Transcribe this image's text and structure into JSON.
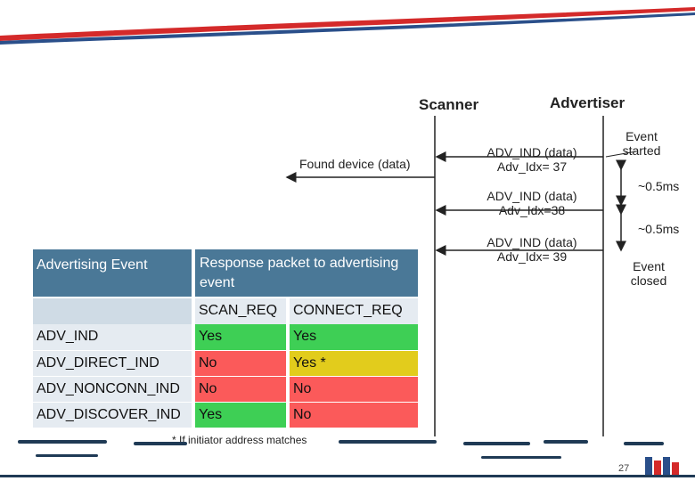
{
  "diagram": {
    "scanner_label": "Scanner",
    "advertiser_label": "Advertiser",
    "found_device": "Found device (data)",
    "messages": [
      {
        "line1": "ADV_IND (data)",
        "line2": "Adv_Idx= 37"
      },
      {
        "line1": "ADV_IND (data)",
        "line2": "Adv_Idx=38"
      },
      {
        "line1": "ADV_IND (data)",
        "line2": "Adv_Idx= 39"
      }
    ],
    "event_started": [
      "Event",
      "started"
    ],
    "interval_1": "~0.5ms",
    "interval_2": "~0.5ms",
    "event_closed": [
      "Event",
      "closed"
    ]
  },
  "table": {
    "header_col1": "Advertising Event",
    "header_col2": "Response packet to advertising event",
    "sub_col2": "SCAN_REQ",
    "sub_col3": "CONNECT_REQ",
    "rows": [
      {
        "name": "ADV_IND",
        "scan": "Yes",
        "connect": "Yes"
      },
      {
        "name": "ADV_DIRECT_IND",
        "scan": "No",
        "connect": "Yes *"
      },
      {
        "name": "ADV_NONCONN_IND",
        "scan": "No",
        "connect": "No"
      },
      {
        "name": "ADV_DISCOVER_IND",
        "scan": "Yes",
        "connect": "No"
      }
    ],
    "footnote": "* If initiator address matches"
  },
  "page_number": "27",
  "colors": {
    "header": "#4a7897",
    "yes": "#3ecf55",
    "no": "#fb5a5a",
    "conditional": "#e2cc1c",
    "accent": "#1f3a55"
  }
}
